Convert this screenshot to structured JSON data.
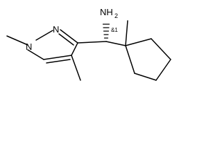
{
  "molecule": {
    "atoms": {
      "n1": "N",
      "n2": "N",
      "amine": "NH",
      "amine_subscript": "2",
      "stereo": "&1"
    },
    "colors": {
      "bond": "#000000",
      "background": "#ffffff"
    }
  }
}
